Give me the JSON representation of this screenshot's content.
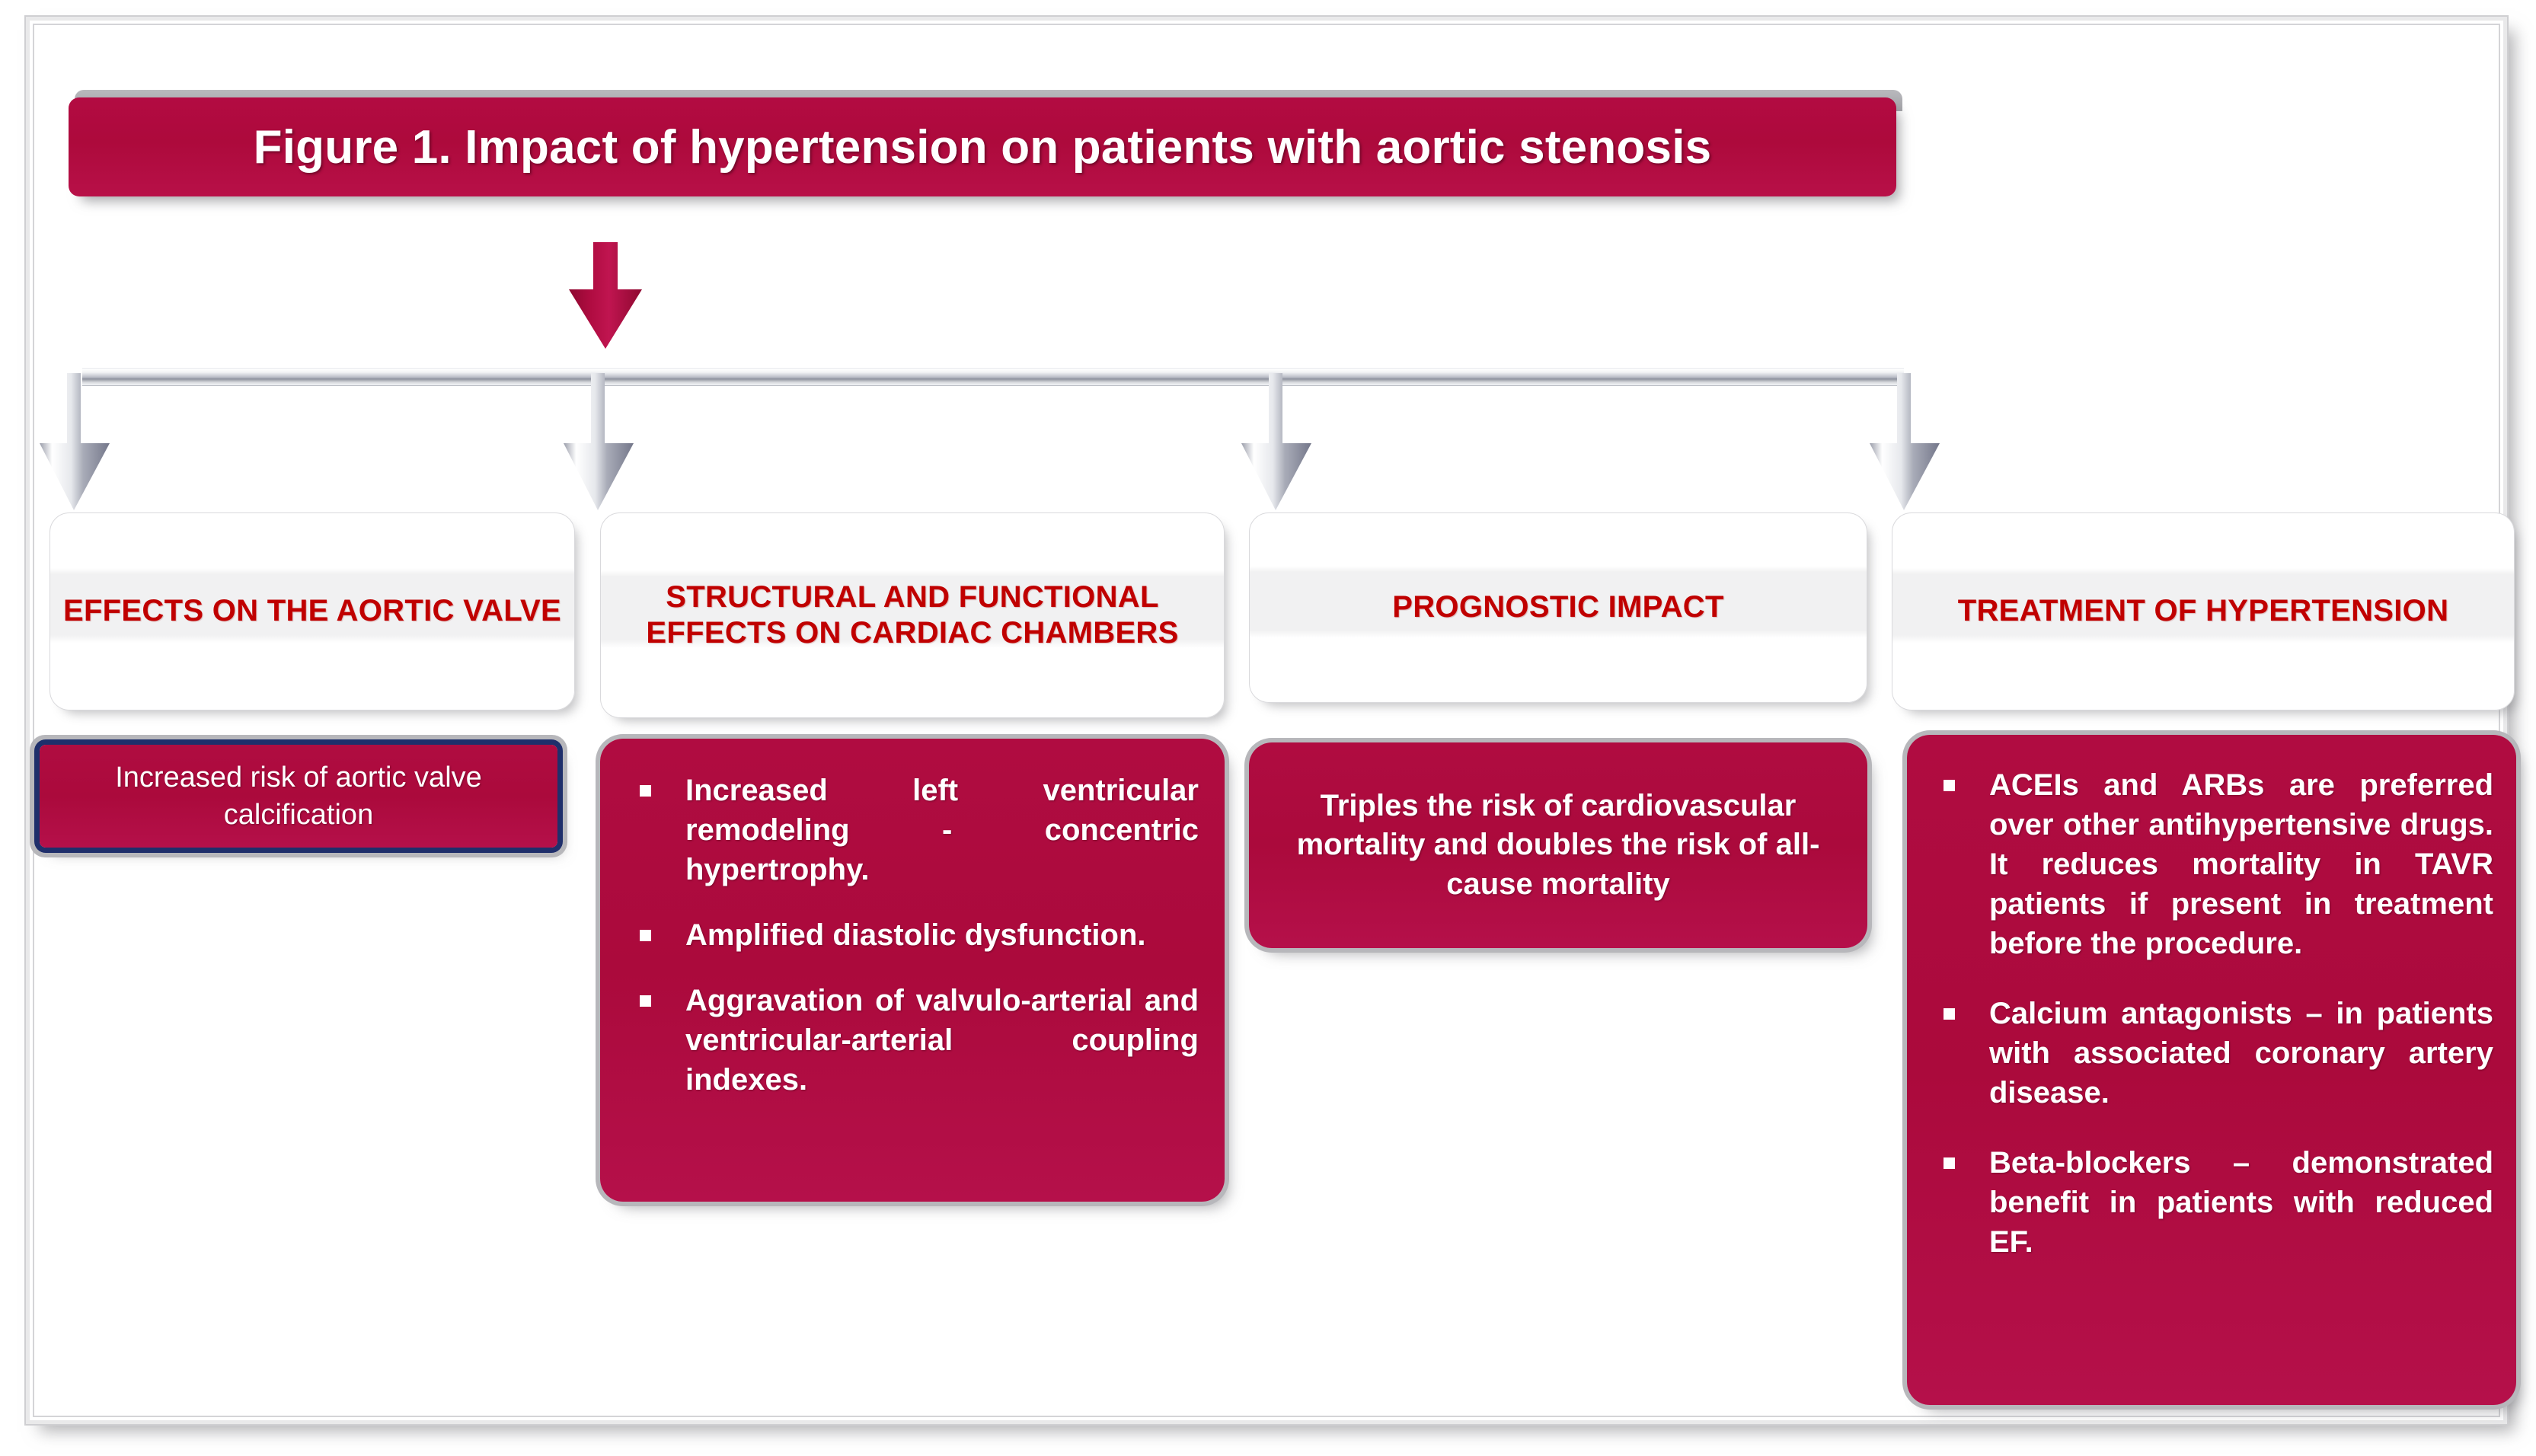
{
  "figure": {
    "title": "Figure 1. Impact of hypertension on patients with aortic stenosis",
    "accent_color": "#AD0A3C",
    "header_text_color": "#C00000",
    "silver_color": "#B9BCC6",
    "first_box_border_color": "#1F2F6B",
    "frame_color": "#E9E9EA"
  },
  "arrows": {
    "main_down_arrow": "red-down-arrow",
    "branch_arrows": [
      "silver-down-arrow-1",
      "silver-down-arrow-2",
      "silver-down-arrow-3",
      "silver-down-arrow-4"
    ],
    "connector": "horizontal-silver-bar"
  },
  "columns": [
    {
      "id": "effects-on-the-aortic-valve",
      "header": "EFFECTS ON THE AORTIC VALVE",
      "body_kind": "paragraph",
      "body_text": "Increased risk of aortic valve calcification",
      "bullets": []
    },
    {
      "id": "structural-and-functional-effects-on-cardiac-chambers",
      "header": "STRUCTURAL AND FUNCTIONAL EFFECTS ON CARDIAC CHAMBERS",
      "body_kind": "bullets",
      "body_text": "",
      "bullets": [
        "Increased left ventricular remodeling - concentric hypertrophy.",
        "Amplified diastolic dysfunction.",
        "Aggravation of valvulo-arterial and ventricular-arterial coupling indexes."
      ]
    },
    {
      "id": "prognostic-impact",
      "header": "PROGNOSTIC IMPACT",
      "body_kind": "paragraph",
      "body_text": "Triples the risk of cardiovascular mortality and doubles the risk of all-cause mortality",
      "bullets": []
    },
    {
      "id": "treatment-of-hypertension",
      "header": "TREATMENT OF HYPERTENSION",
      "body_kind": "bullets",
      "body_text": "",
      "bullets": [
        "ACEIs and ARBs are preferred over other antihypertensive drugs. It reduces mortality in TAVR patients if present in treatment before the procedure.",
        "Calcium antagonists – in patients with associated coronary artery disease.",
        "Beta-blockers – demonstrated benefit in patients with reduced EF."
      ]
    }
  ]
}
